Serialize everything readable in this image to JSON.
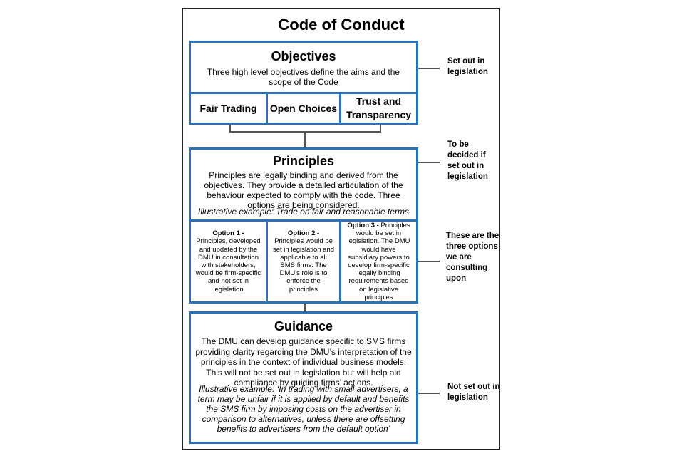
{
  "title": "Code of Conduct",
  "objectives": {
    "title": "Objectives",
    "description": "Three high level objectives define the aims and the scope of the Code",
    "items": [
      "Fair Trading",
      "Open Choices",
      "Trust and Transparency"
    ]
  },
  "principles": {
    "title": "Principles",
    "description": "Principles are legally binding and derived from the objectives. They provide a detailed articulation of the behaviour expected to comply with the code. Three options are being considered.",
    "example": "Illustrative example: Trade on fair and reasonable terms",
    "options": [
      {
        "label": "Option 1 -",
        "text": "Principles, developed and updated by the DMU in consultation with stakeholders, would be firm-specific and not set in legislation"
      },
      {
        "label": "Option 2 -",
        "text": "Principles would be set in legislation and applicable to all SMS firms. The DMU's role is to enforce the principles"
      },
      {
        "label": "Option 3 -",
        "text": "Principles would be set in legislation. The DMU would have subsidiary powers to develop firm-specific legally binding requirements based on legislative principles"
      }
    ]
  },
  "guidance": {
    "title": "Guidance",
    "description": "The DMU can develop guidance specific to SMS firms providing clarity regarding the DMU’s interpretation of the principles in the context of individual business models. This will not be set out in legislation but will help aid compliance by guiding firms’ actions.",
    "example": "Illustrative example: ‘In trading with small advertisers, a term may be unfair if it is applied by default and benefits the SMS firm by imposing costs on the advertiser in comparison to alternatives, unless there are offsetting benefits to advertisers from the default option’"
  },
  "side_notes": {
    "objectives": "Set out in legislation",
    "principles": "To be decided if set out in legislation",
    "options": "These are the three options we are consulting upon",
    "guidance": "Not set out in legislation"
  },
  "colors": {
    "box_border": "#2a73b8",
    "connector": "#555555"
  }
}
